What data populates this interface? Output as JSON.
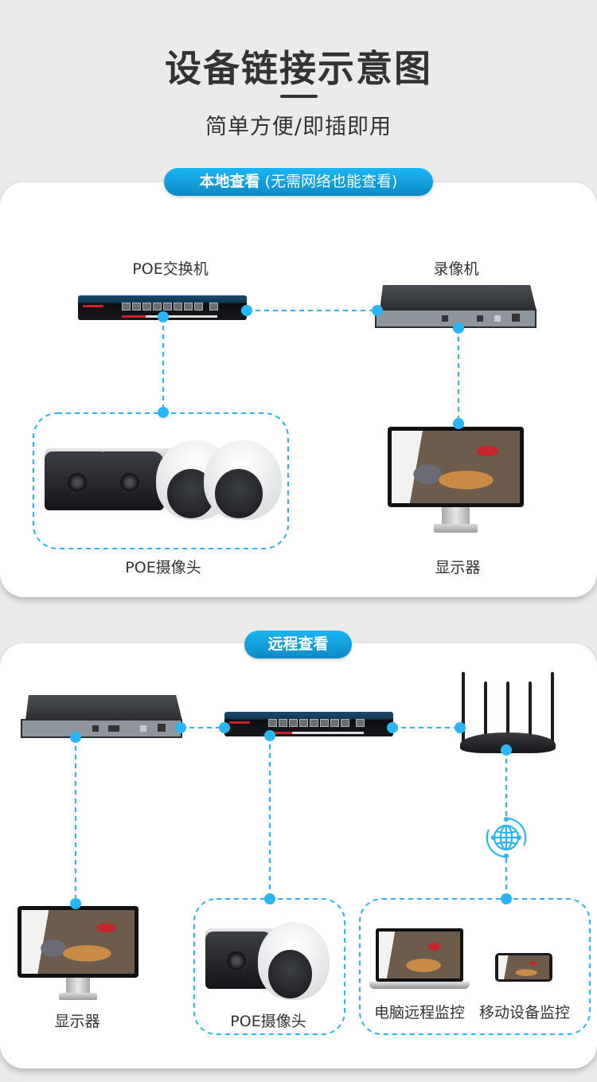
{
  "header": {
    "title": "设备链接示意图",
    "subtitle": "简单方便/即插即用"
  },
  "colors": {
    "accent": "#29b6f6",
    "pill_top": "#19b5f3",
    "pill_bottom": "#0d8ac5",
    "text": "#333333",
    "background": "#ebebeb",
    "card": "#ffffff"
  },
  "local_section": {
    "badge_main": "本地查看",
    "badge_note": " (无需网络也能查看)",
    "devices": {
      "switch_label": "POE交换机",
      "nvr_label": "录像机",
      "cameras_label": "POE摄像头",
      "monitor_label": "显示器"
    }
  },
  "remote_section": {
    "badge": "远程查看",
    "devices": {
      "monitor_label": "显示器",
      "cameras_label": "POE摄像头",
      "pc_label": "电脑远程监控",
      "mobile_label": "移动设备监控"
    },
    "icons": [
      "nvr-device",
      "poe-switch-device",
      "router-device",
      "internet-globe-icon",
      "laptop-device",
      "phone-device"
    ]
  },
  "connections": [
    [
      "POE交换机",
      "录像机"
    ],
    [
      "POE交换机",
      "POE摄像头"
    ],
    [
      "录像机",
      "显示器"
    ],
    [
      "录像机",
      "POE交换机"
    ],
    [
      "POE交换机",
      "路由器"
    ],
    [
      "录像机",
      "显示器"
    ],
    [
      "POE交换机",
      "POE摄像头"
    ],
    [
      "路由器",
      "互联网"
    ],
    [
      "互联网",
      "电脑远程监控 / 移动设备监控"
    ]
  ]
}
